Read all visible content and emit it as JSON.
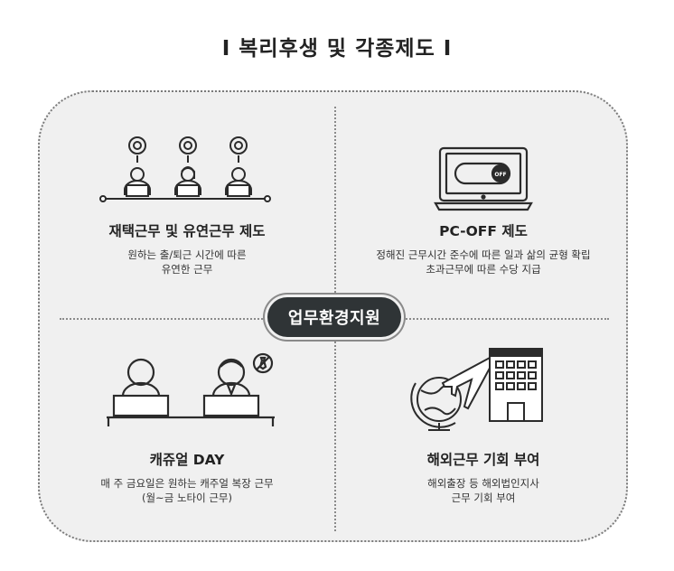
{
  "header": {
    "title": "I  복리후생 및 각종제도  I"
  },
  "center": {
    "label": "업무환경지원"
  },
  "sections": [
    {
      "title": "재택근무 및 유연근무 제도",
      "desc1": "원하는 출/퇴근 시간에 따른",
      "desc2": "유연한 근무"
    },
    {
      "title": "PC-OFF 제도",
      "desc1": "정해진 근무시간 준수에 따른 일과 삶의 균형 확립",
      "desc2": "초과근무에 따른 수당 지급",
      "icon_text": "OFF"
    },
    {
      "title": "캐쥬얼 DAY",
      "desc1": "매 주 금요일은 원하는 캐주얼 복장 근무",
      "desc2": "(월~금 노타이 근무)"
    },
    {
      "title": "해외근무 기회 부여",
      "desc1": "해외출장 등 해외법인지사",
      "desc2": "근무 기회 부여"
    }
  ],
  "colors": {
    "background": "#f0f0f0",
    "badge": "#2f3436",
    "line": "#2b2b2b"
  }
}
